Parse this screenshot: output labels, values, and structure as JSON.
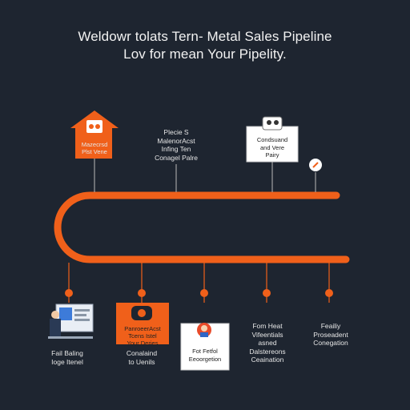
{
  "title": {
    "line1": "Weldowr tolats Tern- Metal Sales Pipeline",
    "line2": "Lov for mean Your Pipelity."
  },
  "colors": {
    "background": "#1e2530",
    "accent": "#f0601a",
    "card": "#ffffff",
    "text": "#f2f2f2"
  },
  "top_steps": [
    {
      "text": "Mazecrsd\nPlst Vene",
      "icon": "house-icon"
    },
    {
      "text": "Plecie S\nMalenorAcst\nInfing Ten\nConagel Palre",
      "icon": ""
    },
    {
      "text": "Condsuand\nand Vere\nPairy",
      "icon": "people-icon"
    },
    {
      "text": "",
      "icon": "pin-icon"
    }
  ],
  "bottom_steps": [
    {
      "text": "Fail Baling\nIoge Itenel",
      "icon": "laptop-icon"
    },
    {
      "text": "PanroeerAcst\nTcens Istel\nYour Deries",
      "icon": "headset-icon"
    },
    {
      "text": "Conalaind\nto Uenils",
      "icon": ""
    },
    {
      "text": "Fot Fetfol\nEeoorgetion",
      "icon": "person-icon"
    },
    {
      "text": "Fom Heat\nVifeentials\nasned\nDalstereons\nCeaination",
      "icon": ""
    },
    {
      "text": "Feailiy\nProseadent\nConegation",
      "icon": ""
    }
  ]
}
